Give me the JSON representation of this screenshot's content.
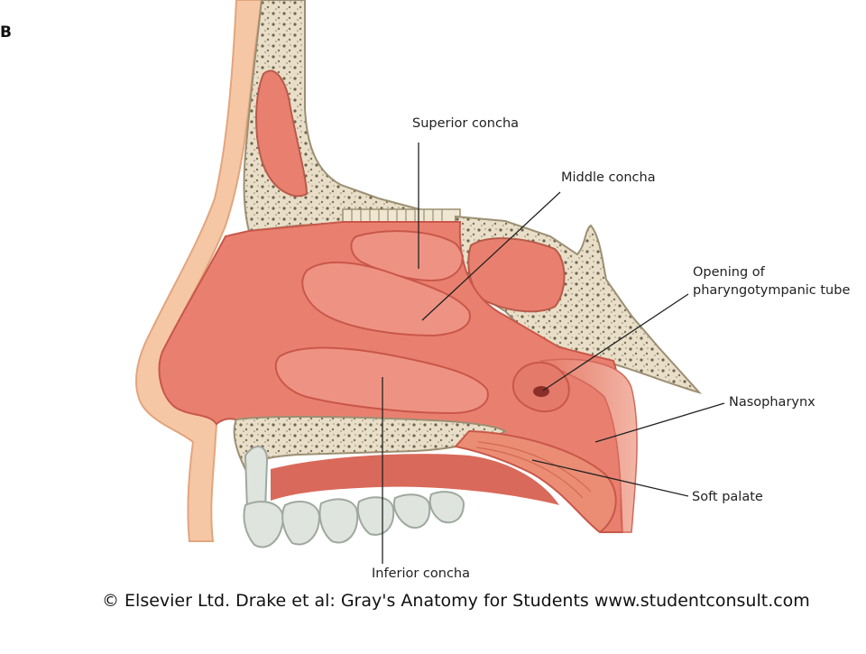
{
  "figure": {
    "panel_letter": "B",
    "labels": {
      "superior_concha": "Superior concha",
      "middle_concha": "Middle concha",
      "opening_line1": "Opening of",
      "opening_line2": "pharyngotympanic tube",
      "nasopharynx": "Nasopharynx",
      "soft_palate": "Soft palate",
      "inferior_concha": "Inferior concha"
    },
    "credit": "© Elsevier Ltd. Drake et al: Gray's Anatomy for Students www.studentconsult.com"
  },
  "colors": {
    "mucosa": "#e9806f",
    "mucosa_dark": "#c9574a",
    "concha": "#ee9383",
    "bone": "#e9dfc8",
    "bone_edge": "#9c8f73",
    "skin": "#f6c7a4",
    "skin_edge": "#e2a57e",
    "teeth": "#dfe4de",
    "leader": "#222222"
  }
}
